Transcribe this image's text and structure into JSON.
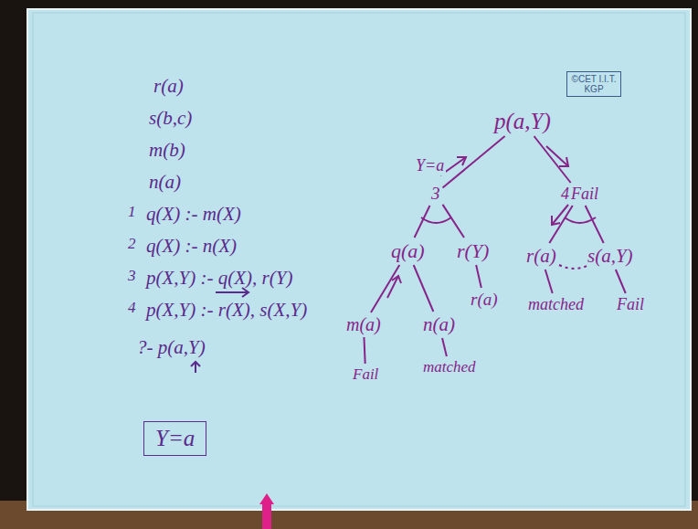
{
  "diagram": {
    "nodes": [
      {
        "text": [
          "©CET I.I.T. KGP"
        ]
      },
      {
        "text": [
          "p(a,Y)"
        ]
      },
      {
        "text": [
          "3"
        ]
      },
      {
        "text": [
          "4",
          "Fail"
        ]
      },
      {
        "text": [
          "q(a)"
        ]
      },
      {
        "text": [
          "r(Y)"
        ]
      },
      {
        "text": [
          "r(a)"
        ]
      },
      {
        "text": [
          "s(a,Y)"
        ]
      },
      {
        "text": [
          "m(a)"
        ]
      },
      {
        "text": [
          "n(a)"
        ]
      },
      {
        "text": [
          "r(a)"
        ]
      },
      {
        "text": [
          "matched"
        ]
      },
      {
        "text": [
          "Fail"
        ]
      },
      {
        "text": [
          "Fail"
        ]
      },
      {
        "text": [
          "matched"
        ]
      },
      {
        "text": [
          "Y=a"
        ]
      }
    ],
    "edges": [
      {
        "from": 1,
        "to": 2,
        "arrow": "none",
        "label": "Y=a"
      },
      {
        "from": 1,
        "to": 3,
        "arrow": "none"
      },
      {
        "from": 2,
        "to": 4,
        "arrow": "none"
      },
      {
        "from": 2,
        "to": 5,
        "arrow": "none"
      },
      {
        "from": 3,
        "to": 6,
        "arrow": "none"
      },
      {
        "from": 3,
        "to": 7,
        "arrow": "none"
      },
      {
        "from": 4,
        "to": 8,
        "arrow": "none"
      },
      {
        "from": 4,
        "to": 9,
        "arrow": "none"
      },
      {
        "from": 5,
        "to": 10,
        "arrow": "none"
      },
      {
        "from": 6,
        "to": 11,
        "arrow": "none"
      },
      {
        "from": 7,
        "to": 12,
        "arrow": "none"
      },
      {
        "from": 8,
        "to": 13,
        "arrow": "none"
      },
      {
        "from": 9,
        "to": 14,
        "arrow": "none"
      }
    ],
    "labels": [
      "r(a)",
      "s(b,c)",
      "m(b)",
      "n(a)",
      "1",
      "q(X) :- m(X)",
      "2",
      "q(X) :- n(X)",
      "3",
      "p(X,Y) :- q(X), r(Y)",
      "4",
      "p(X,Y) :- r(X), s(X,Y)",
      "?- p(a,Y)"
    ]
  }
}
